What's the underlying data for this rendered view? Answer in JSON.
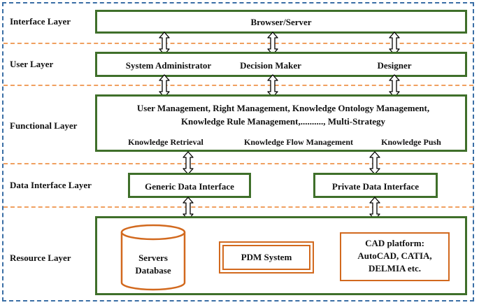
{
  "layers": {
    "interface": "Interface Layer",
    "user": "User Layer",
    "functional": "Functional Layer",
    "data_interface": "Data Interface Layer",
    "resource": "Resource Layer"
  },
  "interface_box": {
    "label": "Browser/Server"
  },
  "user_box": {
    "roles": [
      "System Administrator",
      "Decision Maker",
      "Designer"
    ]
  },
  "functional_box": {
    "line1": "User Management, Right Management, Knowledge Ontology Management,",
    "line2": "Knowledge Rule Management,.........., Multi-Strategy",
    "subs": [
      "Knowledge Retrieval",
      "Knowledge Flow Management",
      "Knowledge Push"
    ]
  },
  "data_interface": {
    "generic": "Generic Data Interface",
    "private": "Private Data Interface"
  },
  "resource": {
    "db_line1": "Servers",
    "db_line2": "Database",
    "pdm": "PDM System",
    "cad_line1": "CAD platform:",
    "cad_line2": "AutoCAD, CATIA,",
    "cad_line3": "DELMIA etc."
  },
  "colors": {
    "border_blue": "#3a6ea5",
    "separator": "#f0a060",
    "box_green": "#3f6f2a",
    "resource_orange": "#d2691e"
  }
}
